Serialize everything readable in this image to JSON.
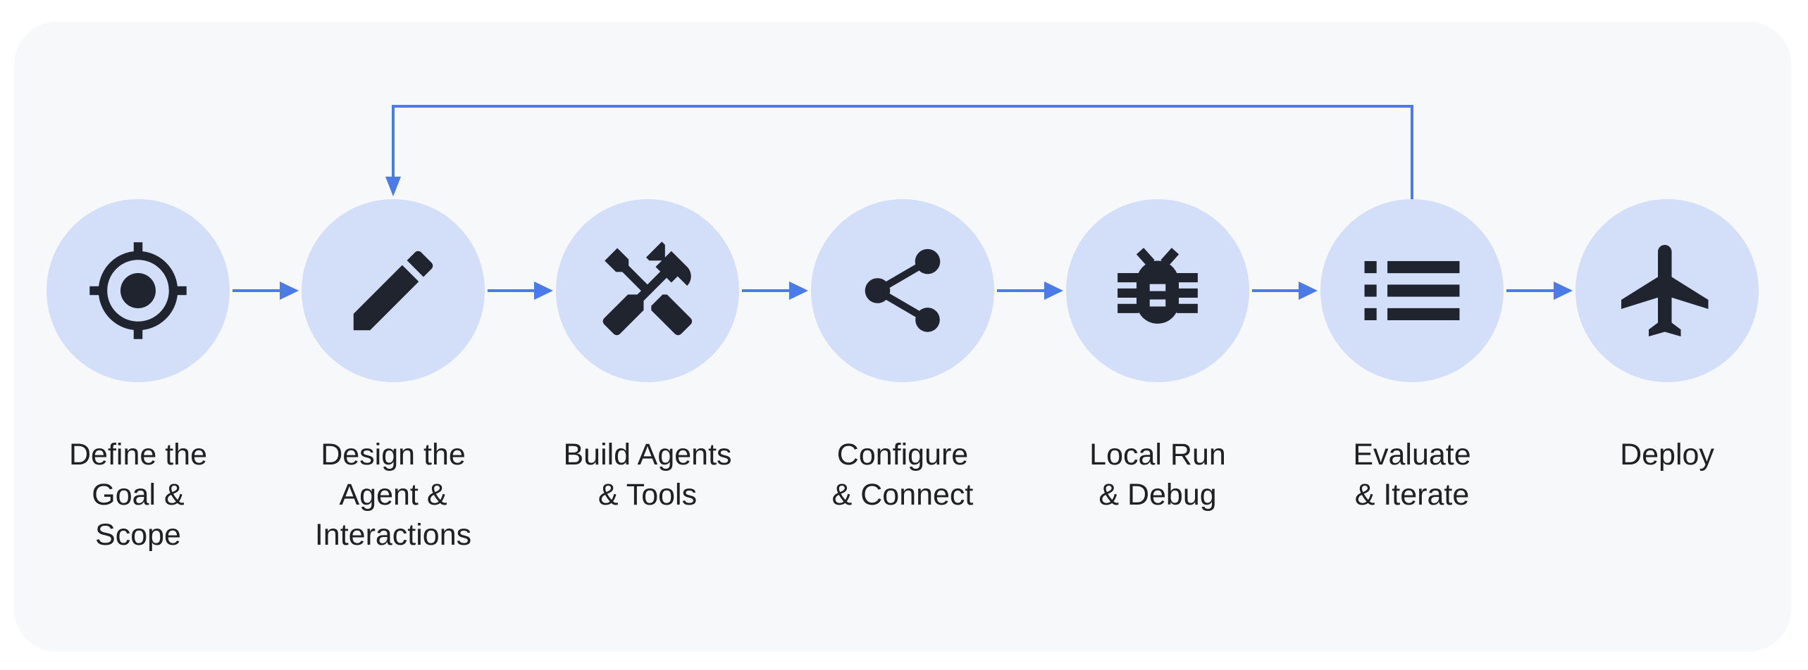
{
  "diagram": {
    "steps": [
      {
        "id": "define-goal-scope",
        "label": "Define the\nGoal &\nScope",
        "icon": "target-icon"
      },
      {
        "id": "design-agent-interactions",
        "label": "Design the\nAgent &\nInteractions",
        "icon": "pencil-icon"
      },
      {
        "id": "build-agents-tools",
        "label": "Build Agents\n& Tools",
        "icon": "tools-icon"
      },
      {
        "id": "configure-connect",
        "label": "Configure\n& Connect",
        "icon": "share-icon"
      },
      {
        "id": "local-run-debug",
        "label": "Local Run\n& Debug",
        "icon": "bug-icon"
      },
      {
        "id": "evaluate-iterate",
        "label": "Evaluate\n& Iterate",
        "icon": "list-icon"
      },
      {
        "id": "deploy",
        "label": "Deploy",
        "icon": "airplane-icon"
      }
    ],
    "flow": {
      "forward_arrow_count": 6,
      "feedback_loop": {
        "from": "evaluate-iterate",
        "to": "design-agent-interactions"
      }
    },
    "colors": {
      "page_bg": "#ffffff",
      "card_bg": "#f6f8fa",
      "node_fill": "#d3def9",
      "arrow": "#4b7be6",
      "icon": "#20242e",
      "label_text": "#202124"
    }
  }
}
